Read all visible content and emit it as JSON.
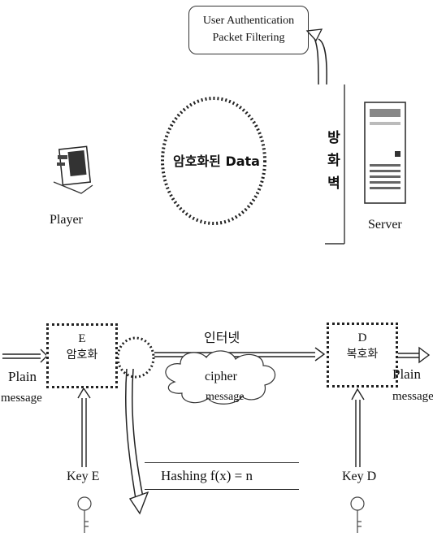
{
  "top": {
    "auth_line1": "User Authentication",
    "auth_line2": "Packet Filtering",
    "encrypted_data": "암호화된 Data",
    "firewall_chars": [
      "방",
      "화",
      "벽"
    ],
    "player_label": "Player",
    "server_label": "Server"
  },
  "bottom": {
    "plain_left_1": "Plain",
    "plain_left_2": "message",
    "box_e_letter": "E",
    "box_e_text": "암호화",
    "internet": "인터넷",
    "cipher": "cipher",
    "cipher_message": "message",
    "box_d_letter": "D",
    "box_d_text": "복호화",
    "plain_right_1": "Plain",
    "plain_right_2": "message",
    "hashing": "Hashing f(x) = n",
    "key_e": "Key E",
    "key_d": "Key D"
  },
  "colors": {
    "line": "#222222",
    "background": "#ffffff"
  },
  "icons": [
    "player-device-icon",
    "server-tower-icon",
    "key-icon"
  ]
}
